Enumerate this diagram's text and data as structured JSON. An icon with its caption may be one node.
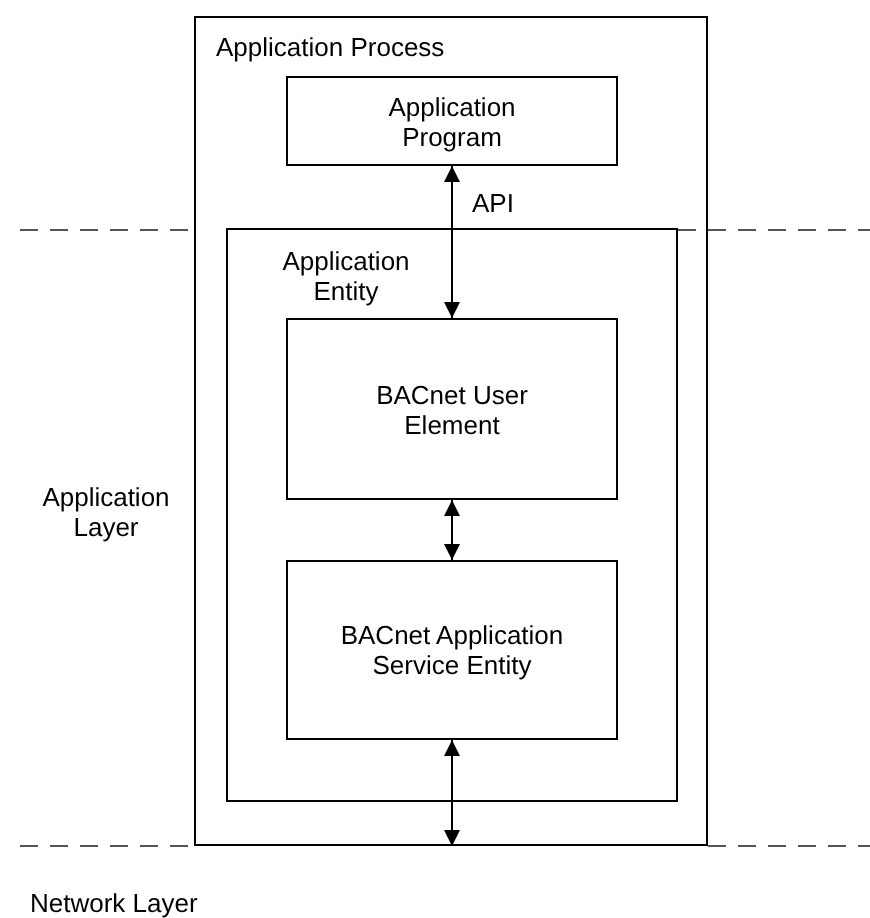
{
  "diagram": {
    "nodes": [
      {
        "text": [
          "Application Process"
        ]
      },
      {
        "text": [
          "Application Program"
        ],
        "in": 0
      },
      {
        "text": [
          "Application Entity"
        ],
        "in": 0
      },
      {
        "text": [
          "BACnet User Element"
        ],
        "in": 2
      },
      {
        "text": [
          "BACnet Application Service Entity"
        ],
        "in": 2
      }
    ],
    "edges": [
      {
        "from": 1,
        "to": 3,
        "arrow": "both",
        "label": "API"
      },
      {
        "from": 3,
        "to": 4,
        "arrow": "both"
      },
      {
        "from": 4,
        "to": null,
        "arrow": "both"
      }
    ],
    "labels": [
      "Application Layer",
      "Network Layer"
    ]
  }
}
